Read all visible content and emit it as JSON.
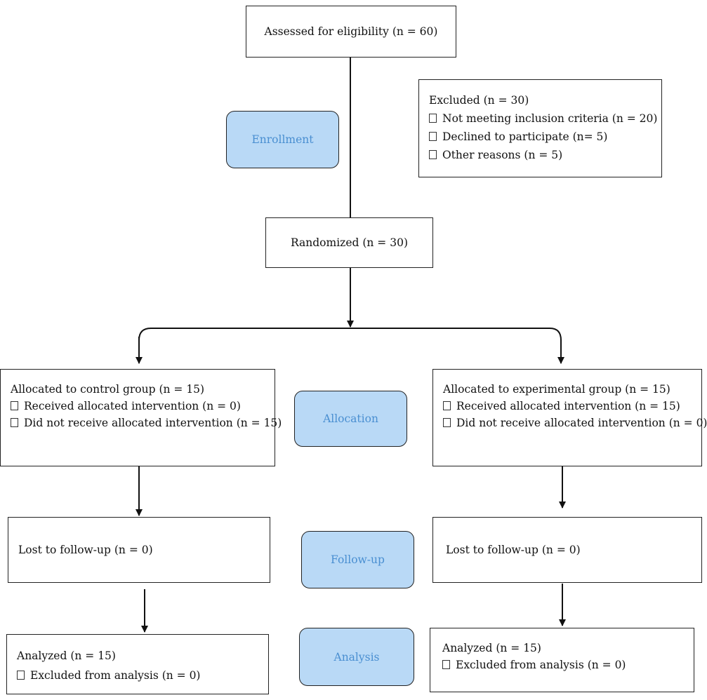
{
  "assessed": "Assessed for eligibility (n = 60)",
  "excluded": {
    "title": "Excluded (n = 30)",
    "items": [
      "Not meeting inclusion criteria (n = 20)",
      "Declined to participate (n= 5)",
      "Other reasons (n = 5)"
    ]
  },
  "randomized": "Randomized (n = 30)",
  "stages": {
    "enrollment": "Enrollment",
    "allocation": "Allocation",
    "followup": "Follow-up",
    "analysis": "Analysis"
  },
  "control": {
    "allocated": "Allocated to control group (n = 15)",
    "received": "Received allocated intervention (n = 0)",
    "not_received": "Did not receive allocated intervention (n = 15)",
    "lost": "Lost to follow-up (n = 0)",
    "analyzed": "Analyzed (n = 15)",
    "excluded_analysis": "Excluded from analysis (n = 0)"
  },
  "experimental": {
    "allocated": "Allocated to experimental group (n = 15)",
    "received": "Received allocated intervention (n = 15)",
    "not_received": "Did not receive allocated intervention (n = 0)",
    "lost": "Lost to follow-up (n = 0)",
    "analyzed": "Analyzed (n = 15)",
    "excluded_analysis": "Excluded from analysis (n = 0)"
  },
  "colors": {
    "stage_fill": "#b9d9f6",
    "stage_text": "#4a8fd1",
    "line": "#111111"
  }
}
